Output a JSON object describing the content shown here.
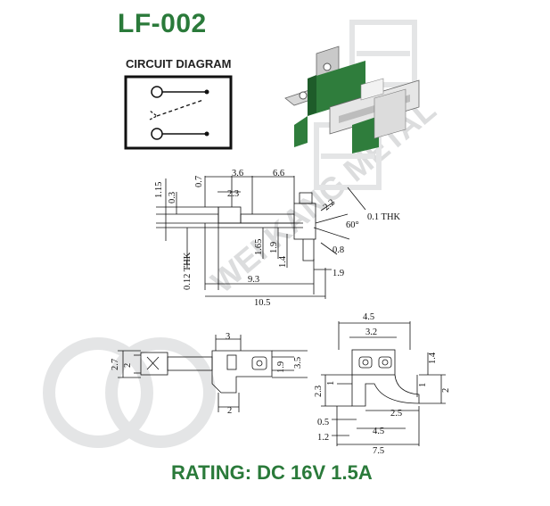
{
  "title": "LF-002",
  "circuit_diagram_label": "CIRCUIT DIAGRAM",
  "rating": "RATING: DC 16V 1.5A",
  "watermark": "WEI KANG METAL",
  "colors": {
    "brand_green": "#2a7a3a",
    "line": "#111111",
    "watermark": "#d9dadb"
  },
  "dims_top": {
    "d3_6": "3.6",
    "d6_6": "6.6",
    "d0_7": "0.7",
    "d2_3": "2.3",
    "d1_15": "1.15",
    "d0_3": "0.3",
    "d2_2": "2.2",
    "d60": "60°",
    "d0_1thk": "0.1 THK",
    "d0_12thk": "0.12 THK",
    "d1_65": "1.65",
    "d1_9a": "1.9",
    "d1_4": "1.4",
    "d0_8": "0.8",
    "d1_9b": "1.9",
    "d9_3": "9.3",
    "d10_5": "10.5"
  },
  "dims_bottom_left": {
    "d3": "3",
    "d2_7": "2.7",
    "d2a": "2",
    "d1_9": "1.9",
    "d3_5": "3.5",
    "d2b": "2"
  },
  "dims_bottom_right": {
    "d4_5": "4.5",
    "d3_2": "3.2",
    "d1_4": "1.4",
    "d2_3": "2.3",
    "d1a": "1",
    "d1b": "1",
    "d2": "2",
    "d2_5": "2.5",
    "d0_5": "0.5",
    "d4_5b": "4.5",
    "d1_2": "1.2",
    "d7_5": "7.5"
  }
}
